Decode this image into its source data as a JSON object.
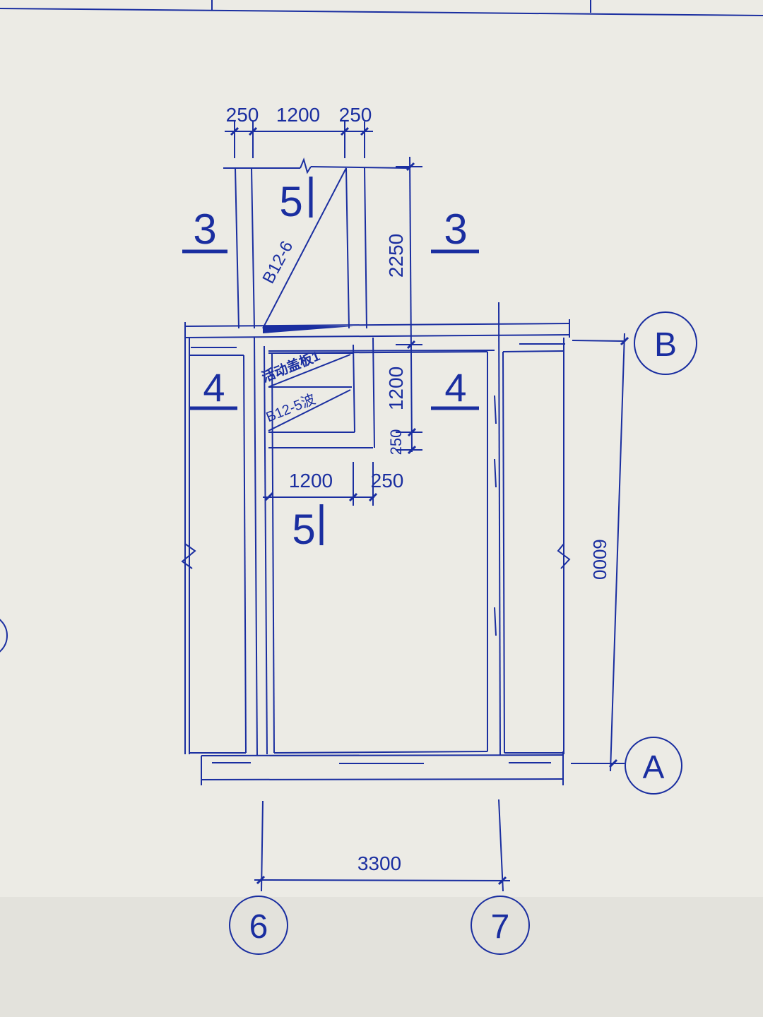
{
  "colors": {
    "ink": "#1a2ea0",
    "paper": "#eceae3",
    "paper_shadow": "#e2e1da"
  },
  "section_marks": {
    "sec3_left": "3",
    "sec3_right": "3",
    "sec4_left": "4",
    "sec4_right": "4",
    "sec5_top": "5",
    "sec5_bottom": "5"
  },
  "dimensions": {
    "top_250_left": "250",
    "top_1200": "1200",
    "top_250_right": "250",
    "right_2250": "2250",
    "right_1200": "1200",
    "right_250": "250",
    "bottom_1200": "1200",
    "bottom_250": "250",
    "overall_6000": "6000",
    "overall_3300": "3300"
  },
  "slab_labels": {
    "upper_slab": "B12-6",
    "hatch_note": "活动盖板1",
    "lower_slab": "B12-5波"
  },
  "axes": {
    "row_b": "B",
    "row_a": "A",
    "col_6": "6",
    "col_7": "7"
  }
}
